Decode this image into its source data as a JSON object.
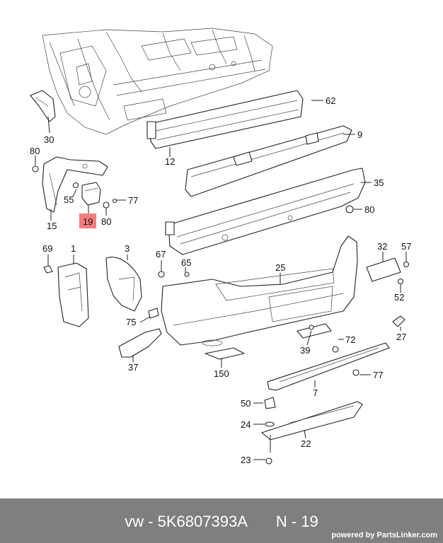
{
  "labels": {
    "l62": "62",
    "l9": "9",
    "l30": "30",
    "l12": "12",
    "l80a": "80",
    "l35": "35",
    "l55": "55",
    "l77a": "77",
    "l80b": "80",
    "l15": "15",
    "l19": "19",
    "l80c": "80",
    "l69": "69",
    "l1": "1",
    "l3": "3",
    "l67": "67",
    "l65": "65",
    "l25": "25",
    "l32": "32",
    "l57": "57",
    "l52": "52",
    "l27": "27",
    "l75": "75",
    "l72": "72",
    "l39": "39",
    "l77b": "77",
    "l37": "37",
    "l150": "150",
    "l7": "7",
    "l50": "50",
    "l24": "24",
    "l22": "22",
    "l23": "23"
  },
  "highlight_color": "#f47c7c",
  "footer": {
    "caption_left": "vw - 5K6807393A",
    "caption_right": "N - 19",
    "powered": "powered by PartsLinker.com"
  }
}
